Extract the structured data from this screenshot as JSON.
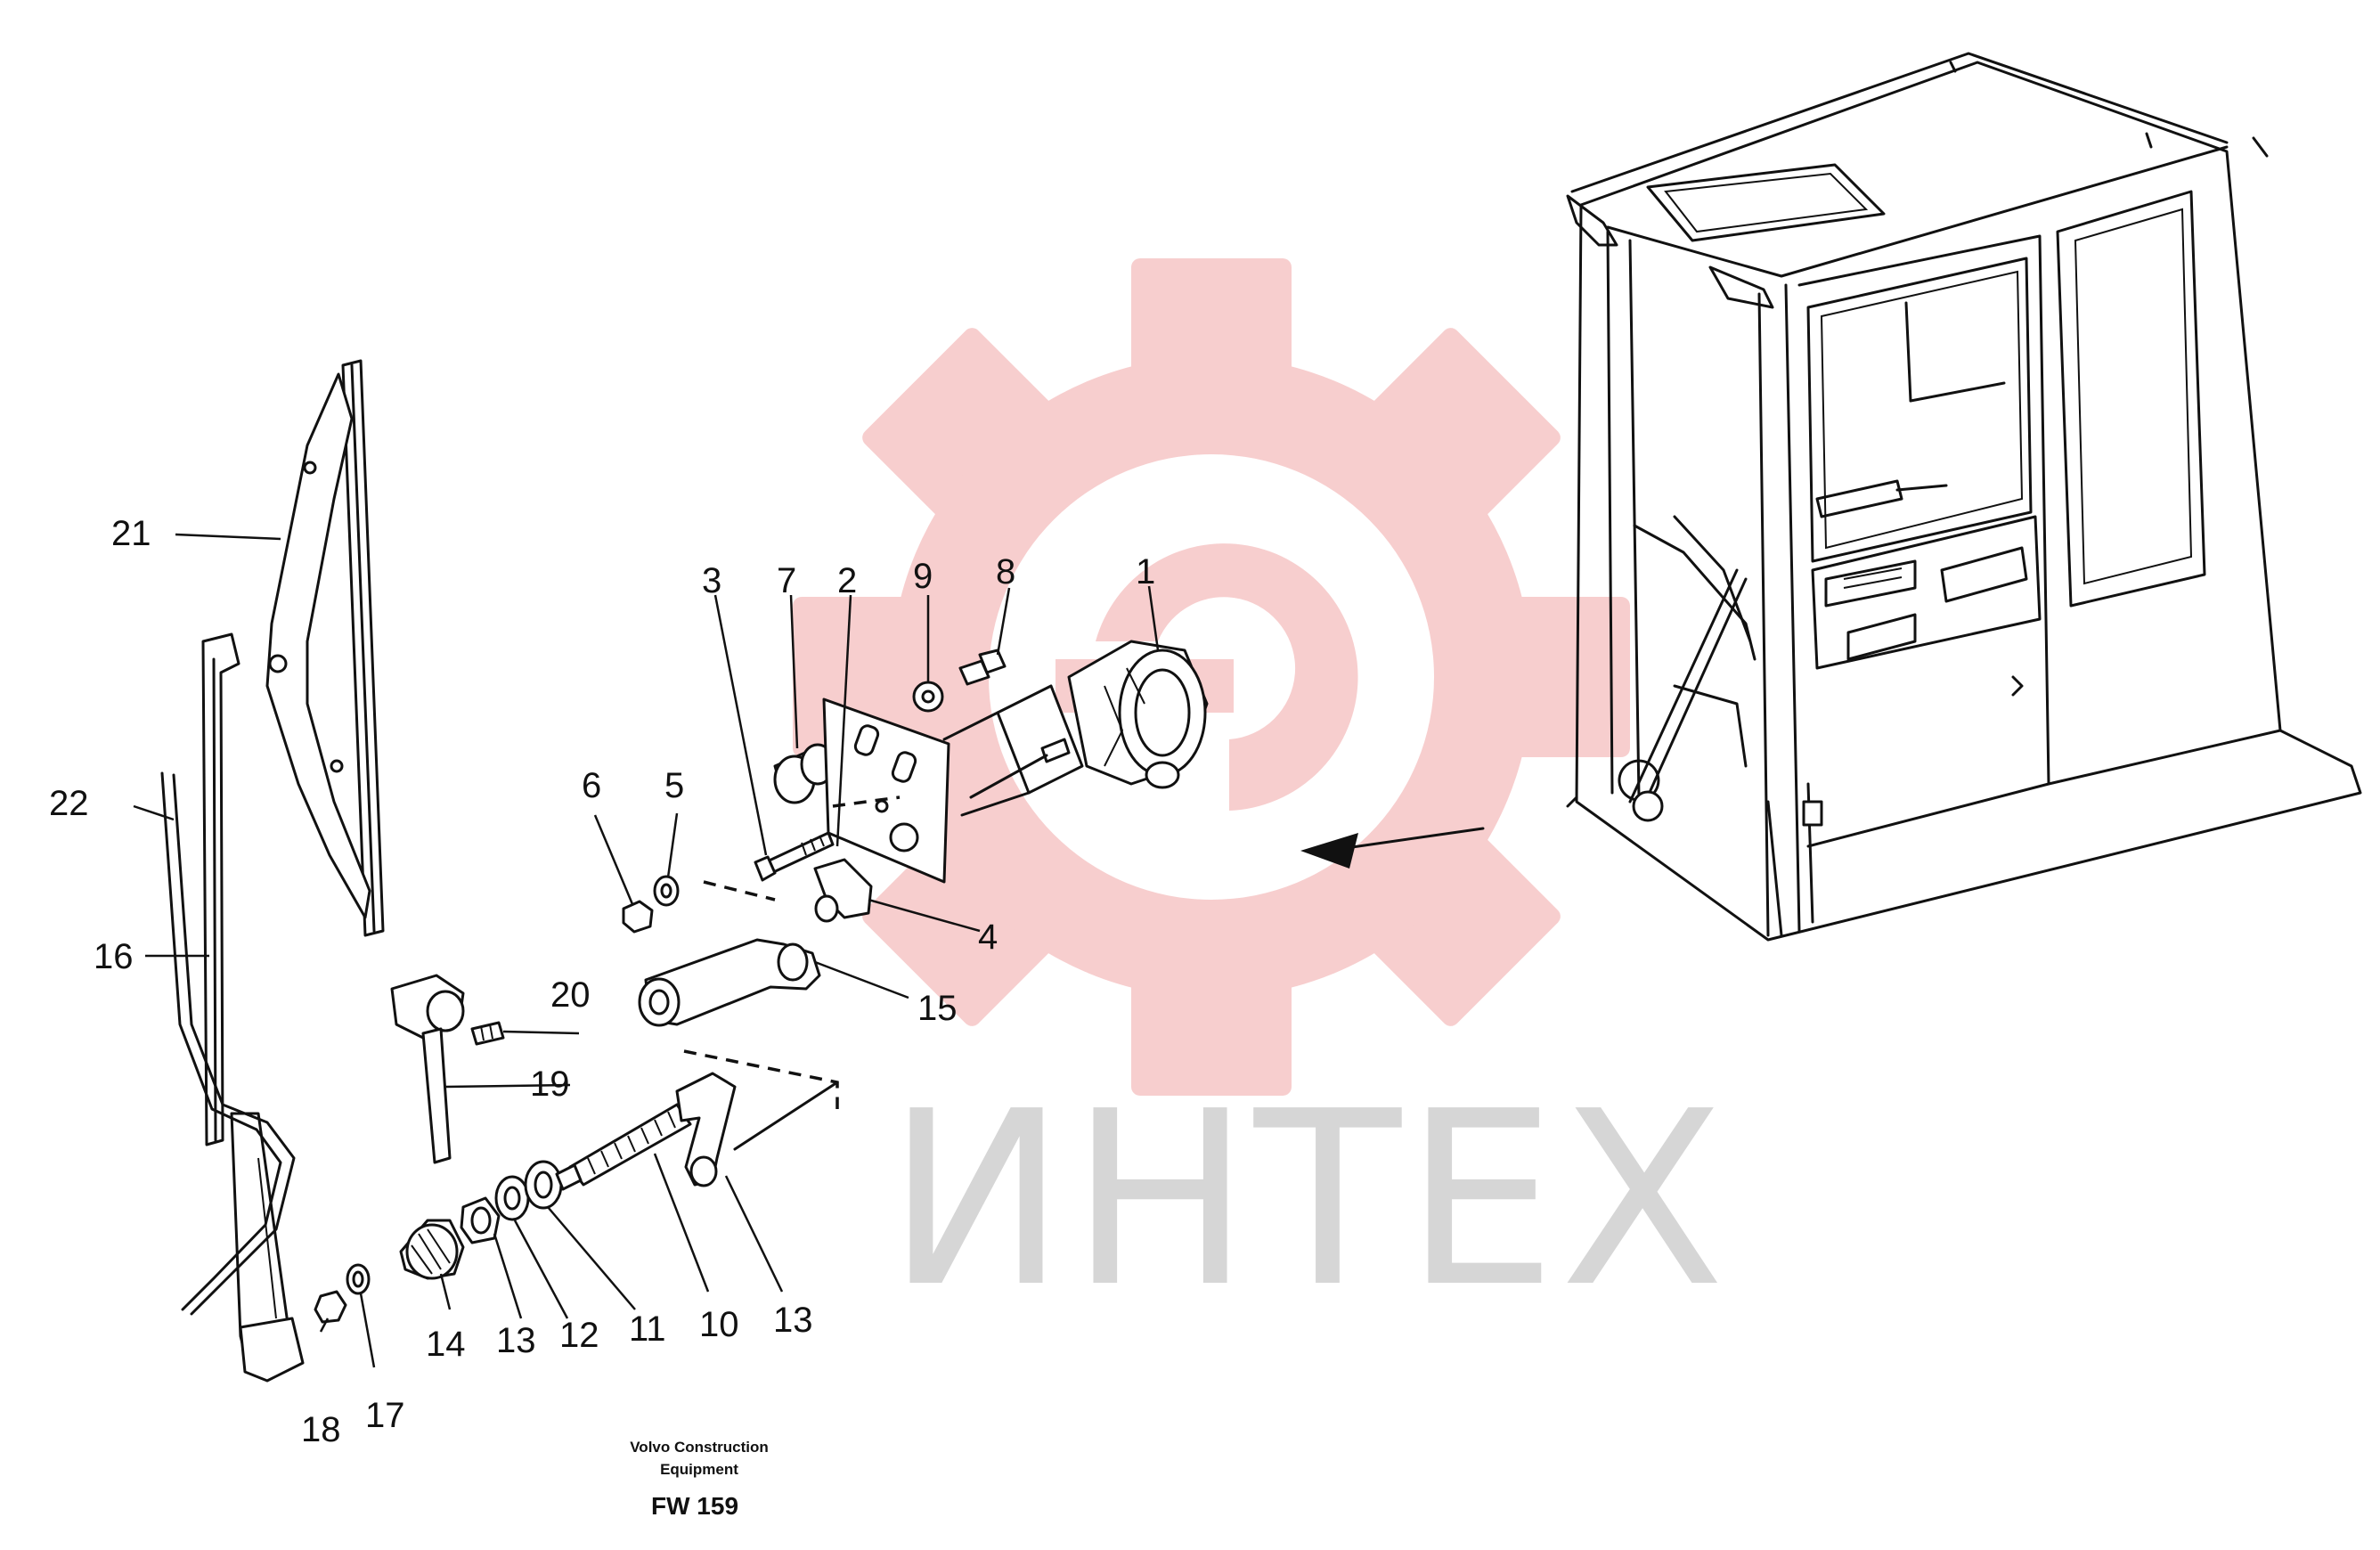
{
  "watermark": {
    "text": "ИНТЕХ",
    "gear_color": "#f5c2c2",
    "text_color": "#d4d4d4"
  },
  "callouts": [
    "1",
    "2",
    "3",
    "4",
    "5",
    "6",
    "7",
    "8",
    "9",
    "10",
    "11",
    "12",
    "13",
    "13",
    "14",
    "15",
    "16",
    "17",
    "18",
    "19",
    "20",
    "21",
    "22"
  ],
  "caption": {
    "line1": "Volvo Construction",
    "line2": "Equipment",
    "code": "FW 159"
  },
  "colors": {
    "ink": "#111111",
    "background": "#ffffff"
  }
}
